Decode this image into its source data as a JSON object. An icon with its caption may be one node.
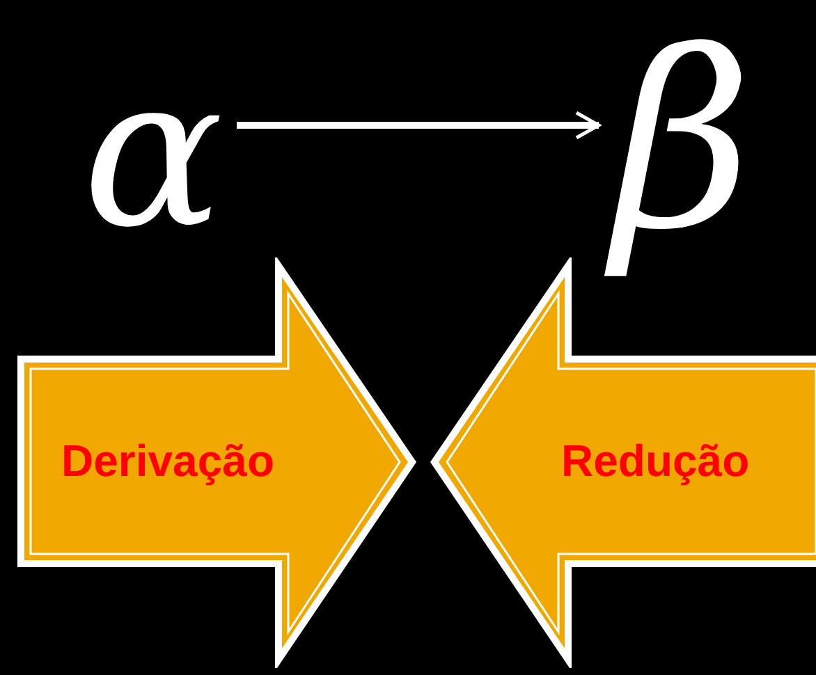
{
  "diagram": {
    "nodes": [
      {
        "text": [
          "α"
        ]
      },
      {
        "text": [
          "β"
        ]
      },
      {
        "text": [
          "Derivação"
        ]
      },
      {
        "text": [
          "Redução"
        ]
      }
    ],
    "edges": [
      {
        "from": 0,
        "to": 1,
        "arrow": "to"
      }
    ]
  }
}
